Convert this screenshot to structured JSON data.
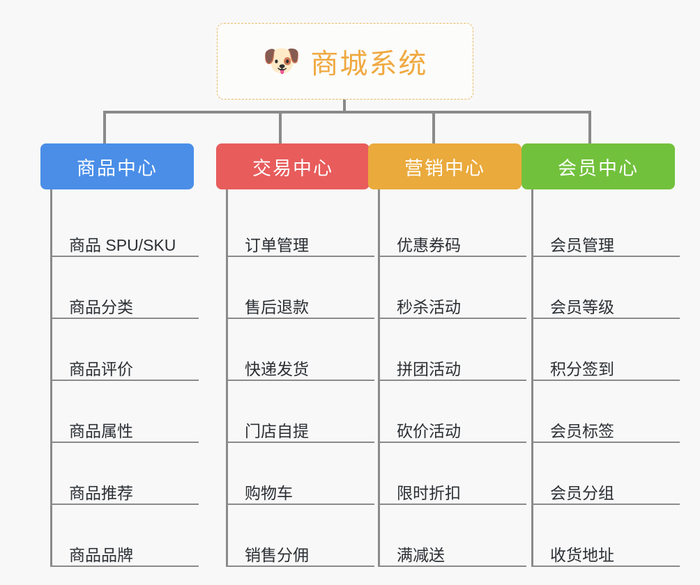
{
  "page": {
    "background_color": "#f8f8f8",
    "type": "mindmap-org-chart"
  },
  "root": {
    "icon": "shiba-dog-face-emoji",
    "emoji": "🐶",
    "title": "商城系统",
    "text_color": "#efa940",
    "border_color": "#e8b962",
    "border_style": "dashed"
  },
  "columns": [
    {
      "id": "product-center",
      "title": "商品中心",
      "color": "#4a8ee8",
      "items": [
        {
          "label": "商品 SPU/SKU"
        },
        {
          "label": "商品分类"
        },
        {
          "label": "商品评价"
        },
        {
          "label": "商品属性"
        },
        {
          "label": "商品推荐"
        },
        {
          "label": "商品品牌"
        }
      ]
    },
    {
      "id": "trade-center",
      "title": "交易中心",
      "color": "#e85c5c",
      "items": [
        {
          "label": "订单管理"
        },
        {
          "label": "售后退款"
        },
        {
          "label": "快递发货"
        },
        {
          "label": "门店自提"
        },
        {
          "label": "购物车"
        },
        {
          "label": "销售分佣"
        }
      ]
    },
    {
      "id": "marketing-center",
      "title": "营销中心",
      "color": "#eaaa3c",
      "items": [
        {
          "label": "优惠券码"
        },
        {
          "label": "秒杀活动"
        },
        {
          "label": "拼团活动"
        },
        {
          "label": "砍价活动"
        },
        {
          "label": "限时折扣"
        },
        {
          "label": "满减送"
        }
      ]
    },
    {
      "id": "member-center",
      "title": "会员中心",
      "color": "#72c13c",
      "items": [
        {
          "label": "会员管理"
        },
        {
          "label": "会员等级"
        },
        {
          "label": "积分签到"
        },
        {
          "label": "会员标签"
        },
        {
          "label": "会员分组"
        },
        {
          "label": "收货地址"
        }
      ]
    }
  ]
}
